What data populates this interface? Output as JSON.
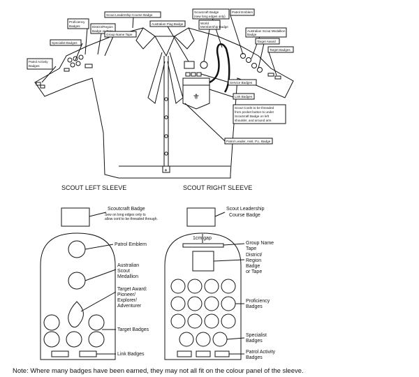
{
  "shirt_labels": {
    "scout_leadership": "Scout Leadership Course Badge",
    "proficiency": [
      "Proficiency",
      "Badges"
    ],
    "district_region": [
      "District/Region",
      "Badge or Tape"
    ],
    "group_name_tape": "Group Name Tape",
    "specialist": "Specialist Badges",
    "patrol_activity": [
      "Patrol Activity",
      "Badges"
    ],
    "australian_flag": "Australian Flag Badge",
    "world_membership": [
      "World",
      "Membership Badge"
    ],
    "scoutcraft": [
      "Scoutcraft Badge",
      "(sew long edges only)"
    ],
    "patrol_emblem": "Patrol Emblem",
    "medallion": [
      "Australian Scout Medallion",
      "Badge"
    ],
    "target_award": "Target Award",
    "target_badges": "Target Badges",
    "service_badges": "Service Badges",
    "link_badges": "Link Badges",
    "cords_note": [
      "Scout Cords to be threaded",
      "from pocket button to under",
      "Scoutcraft Badge on left",
      "shoulder, and around arm."
    ],
    "patrol_leader": "Patrol Leader, Asst. P.L. Badge"
  },
  "left_sleeve": {
    "title": "SCOUT LEFT SLEEVE",
    "scoutcraft_title": "Scoutcraft Badge",
    "scoutcraft_note": [
      "Sew on long edges only to",
      "allow cord to be threaded through."
    ],
    "patrol_emblem": "Patrol Emblem",
    "medallion": [
      "Australian",
      "Scout",
      "Medallion"
    ],
    "target_award": [
      "Target Award:",
      "Pioneer/",
      "Explorer/",
      "Adventurer"
    ],
    "target_badges": "Target Badges",
    "link_badges": "Link Badges"
  },
  "right_sleeve": {
    "title": "SCOUT RIGHT SLEEVE",
    "leadership": [
      "Scout Leadership",
      "Course Badge"
    ],
    "gap": "1cm gap",
    "group_name": [
      "Group Name",
      "Tape"
    ],
    "district": [
      "District/",
      "Region",
      "Badge",
      "or Tape"
    ],
    "proficiency": [
      "Proficiency",
      "Badges"
    ],
    "specialist": [
      "Specialist",
      "Badges"
    ],
    "patrol_activity": [
      "Patrol Activity",
      "Badges"
    ]
  },
  "note": "Note: Where many badges have been earned, they may not all fit on the colour panel of the sleeve."
}
